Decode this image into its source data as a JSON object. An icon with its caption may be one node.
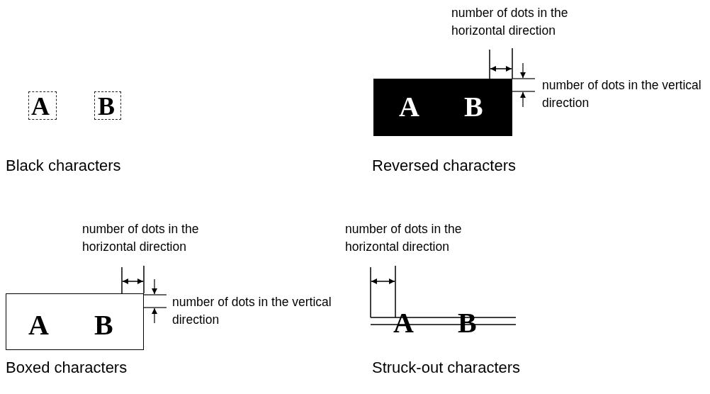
{
  "diagram": {
    "nodes": [
      {
        "text": [
          "A"
        ]
      },
      {
        "text": [
          "B"
        ]
      },
      {
        "text": [
          "A",
          "B"
        ]
      },
      {
        "text": [
          "A",
          "B"
        ]
      }
    ],
    "labels": [
      "number of dots in the horizontal direction",
      "number of dots in the vertical direction",
      "Black characters",
      "Reversed characters",
      "number of dots in the horizontal direction",
      "number of dots in the horizontal direction",
      "number of dots in the vertical direction",
      "A",
      "B",
      "Boxed characters",
      "Struck-out characters"
    ]
  }
}
